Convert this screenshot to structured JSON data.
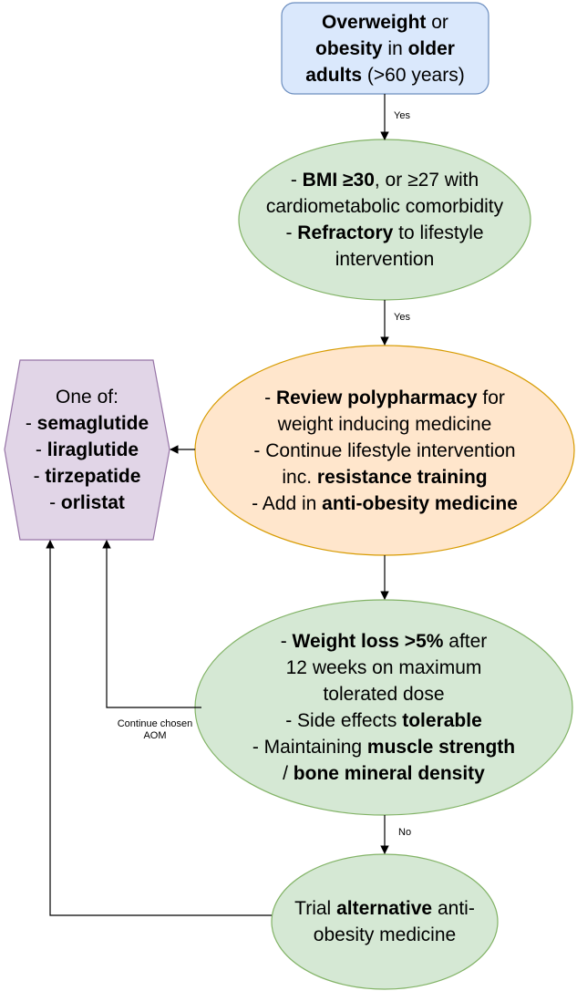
{
  "colors": {
    "blue_fill": "#dae8fc",
    "blue_stroke": "#6c8ebf",
    "green_fill": "#d5e8d4",
    "green_stroke": "#82b366",
    "orange_fill": "#ffe6cc",
    "orange_stroke": "#d79b00",
    "purple_fill": "#e1d5e7",
    "purple_stroke": "#9673a6",
    "edge": "#000000"
  },
  "nodes": {
    "start": {
      "lines": [
        [
          {
            "t": "Overweight",
            "b": true
          },
          {
            "t": " or",
            "b": false
          }
        ],
        [
          {
            "t": "obesity",
            "b": true
          },
          {
            "t": " in ",
            "b": false
          },
          {
            "t": "older",
            "b": true
          }
        ],
        [
          {
            "t": "adults",
            "b": true
          },
          {
            "t": " (>60 years)",
            "b": false
          }
        ]
      ]
    },
    "criteria": {
      "lines": [
        [
          {
            "t": "- ",
            "b": false
          },
          {
            "t": "BMI ≥30",
            "b": true
          },
          {
            "t": ", or ≥27 with",
            "b": false
          }
        ],
        [
          {
            "t": "cardiometabolic comorbidity",
            "b": false
          }
        ],
        [
          {
            "t": "- ",
            "b": false
          },
          {
            "t": "Refractory",
            "b": true
          },
          {
            "t": " to lifestyle",
            "b": false
          }
        ],
        [
          {
            "t": "intervention",
            "b": false
          }
        ]
      ]
    },
    "management": {
      "lines": [
        [
          {
            "t": "- ",
            "b": false
          },
          {
            "t": "Review polypharmacy",
            "b": true
          },
          {
            "t": " for",
            "b": false
          }
        ],
        [
          {
            "t": "weight inducing medicine",
            "b": false
          }
        ],
        [
          {
            "t": "- Continue lifestyle intervention",
            "b": false
          }
        ],
        [
          {
            "t": "inc. ",
            "b": false
          },
          {
            "t": "resistance training",
            "b": true
          }
        ],
        [
          {
            "t": "- Add in ",
            "b": false
          },
          {
            "t": "anti-obesity medicine",
            "b": true
          }
        ]
      ]
    },
    "options": {
      "lines": [
        [
          {
            "t": "One of:",
            "b": false
          }
        ],
        [
          {
            "t": "- ",
            "b": false
          },
          {
            "t": "semaglutide",
            "b": true
          }
        ],
        [
          {
            "t": "- ",
            "b": false
          },
          {
            "t": "liraglutide",
            "b": true
          }
        ],
        [
          {
            "t": "- ",
            "b": false
          },
          {
            "t": "tirzepatide",
            "b": true
          }
        ],
        [
          {
            "t": "- ",
            "b": false
          },
          {
            "t": "orlistat",
            "b": true
          }
        ]
      ]
    },
    "review": {
      "lines": [
        [
          {
            "t": "- ",
            "b": false
          },
          {
            "t": "Weight loss >5%",
            "b": true
          },
          {
            "t": " after",
            "b": false
          }
        ],
        [
          {
            "t": "12 weeks on maximum",
            "b": false
          }
        ],
        [
          {
            "t": "tolerated dose",
            "b": false
          }
        ],
        [
          {
            "t": "- Side effects ",
            "b": false
          },
          {
            "t": "tolerable",
            "b": true
          }
        ],
        [
          {
            "t": "- Maintaining ",
            "b": false
          },
          {
            "t": "muscle strength",
            "b": true
          }
        ],
        [
          {
            "t": "/ ",
            "b": false
          },
          {
            "t": "bone mineral density",
            "b": true
          }
        ]
      ]
    },
    "alternative": {
      "lines": [
        [
          {
            "t": "Trial ",
            "b": false
          },
          {
            "t": "alternative",
            "b": true
          },
          {
            "t": " anti-",
            "b": false
          }
        ],
        [
          {
            "t": "obesity medicine",
            "b": false
          }
        ]
      ]
    }
  },
  "edge_labels": {
    "start_to_criteria": "Yes",
    "criteria_to_management": "Yes",
    "review_to_alternative": "No",
    "review_to_options": [
      "Continue chosen",
      "AOM"
    ]
  }
}
